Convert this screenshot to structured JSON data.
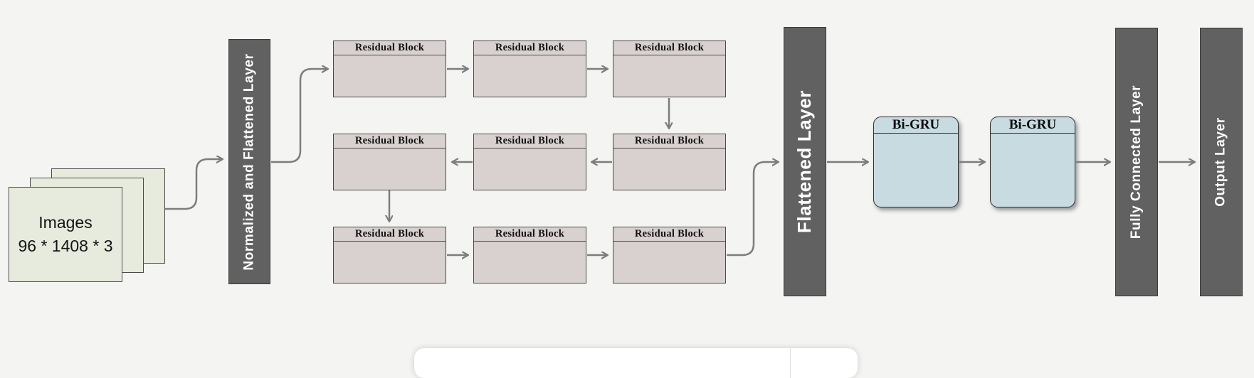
{
  "input_stack": {
    "title": "Images",
    "dimensions": "96 * 1408 * 3"
  },
  "bars": {
    "normalized": {
      "label": "Normalized and Flattened Layer"
    },
    "flattened": {
      "label": "Flattened Layer"
    },
    "fully_connected": {
      "label": "Fully Connected Layer"
    },
    "output": {
      "label": "Output Layer"
    }
  },
  "blocks": {
    "residual": "Residual Block",
    "bigru": "Bi-GRU"
  },
  "colors": {
    "background": "#f4f4f3",
    "bar_fill": "#616161",
    "residual_fill": "#d8d1d0",
    "input_fill": "#e6ebdd",
    "bigru_fill": "#c7dbe1",
    "arrow": "#7d7d7d",
    "card": "#ffffff"
  }
}
